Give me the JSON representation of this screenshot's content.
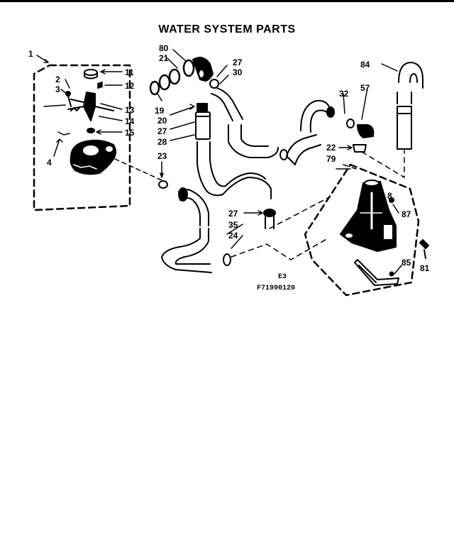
{
  "title": "WATER SYSTEM PARTS",
  "parts": [
    {
      "id": "p1",
      "label": "1"
    },
    {
      "id": "p2",
      "label": "2"
    },
    {
      "id": "p3",
      "label": "3"
    },
    {
      "id": "p4",
      "label": "4"
    },
    {
      "id": "p11",
      "label": "11"
    },
    {
      "id": "p12",
      "label": "12"
    },
    {
      "id": "p13",
      "label": "13"
    },
    {
      "id": "p14",
      "label": "14"
    },
    {
      "id": "p15",
      "label": "15"
    },
    {
      "id": "p80",
      "label": "80"
    },
    {
      "id": "p21",
      "label": "21"
    },
    {
      "id": "p19",
      "label": "19"
    },
    {
      "id": "p20",
      "label": "20"
    },
    {
      "id": "p27a",
      "label": "27"
    },
    {
      "id": "p28",
      "label": "28"
    },
    {
      "id": "p23",
      "label": "23"
    },
    {
      "id": "p27b",
      "label": "27"
    },
    {
      "id": "p30",
      "label": "30"
    },
    {
      "id": "p27c",
      "label": "27"
    },
    {
      "id": "p35",
      "label": "35"
    },
    {
      "id": "p24",
      "label": "24"
    },
    {
      "id": "p32",
      "label": "32"
    },
    {
      "id": "p57",
      "label": "57"
    },
    {
      "id": "p84",
      "label": "84"
    },
    {
      "id": "p22",
      "label": "22"
    },
    {
      "id": "p79",
      "label": "79"
    },
    {
      "id": "p8",
      "label": "8"
    },
    {
      "id": "p87",
      "label": "87"
    },
    {
      "id": "p85",
      "label": "85"
    },
    {
      "id": "p81",
      "label": "81"
    }
  ],
  "figure_code": "E3",
  "figure_number": "F71990120"
}
